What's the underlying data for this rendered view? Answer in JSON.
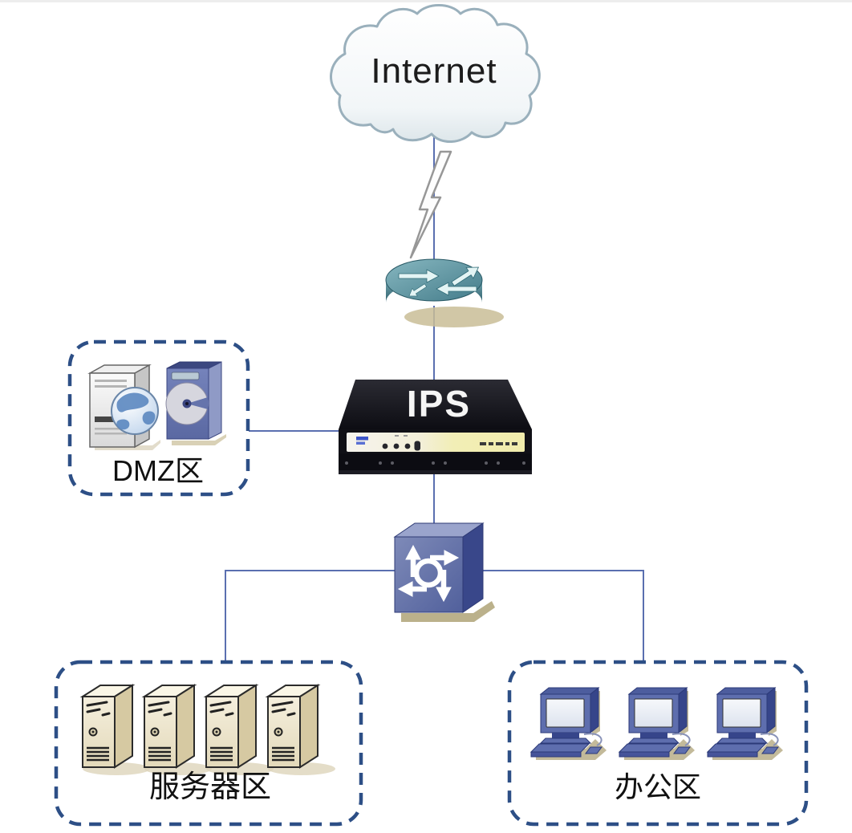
{
  "diagram": {
    "internet_label": "Internet",
    "ips_label": "IPS",
    "zones": {
      "dmz": {
        "label": "DMZ区"
      },
      "servers": {
        "label": "服务器区"
      },
      "office": {
        "label": "办公区"
      }
    },
    "icons": [
      {
        "name": "cloud-icon",
        "meaning": "Internet cloud"
      },
      {
        "name": "lightning-link-icon",
        "meaning": "WAN serial link"
      },
      {
        "name": "router-icon",
        "meaning": "edge router"
      },
      {
        "name": "ips-appliance-icon",
        "meaning": "IPS security appliance"
      },
      {
        "name": "switch-icon",
        "meaning": "LAN switch"
      },
      {
        "name": "web-server-icon",
        "meaning": "web server with globe"
      },
      {
        "name": "media-server-icon",
        "meaning": "server with disc"
      },
      {
        "name": "server-tower-icon",
        "count": 4
      },
      {
        "name": "desktop-computer-icon",
        "count": 3
      }
    ],
    "links": [
      {
        "from": "internet",
        "to": "router",
        "style": "lightning"
      },
      {
        "from": "router",
        "to": "ips",
        "style": "line"
      },
      {
        "from": "ips",
        "to": "dmz-zone",
        "style": "line"
      },
      {
        "from": "ips",
        "to": "switch",
        "style": "line"
      },
      {
        "from": "switch",
        "to": "server-zone",
        "style": "line"
      },
      {
        "from": "switch",
        "to": "office-zone",
        "style": "line"
      }
    ],
    "colors": {
      "zone_border": "#2d4f86",
      "connector_line": "#5a6fb0",
      "router_teal": "#4d8494",
      "switch_blue": "#5f6ea8",
      "server_beige": "#efe8cf",
      "ips_black": "#14141a",
      "ips_panel_yellow": "#f1ecac",
      "shadow_tan": "#c9bd97"
    }
  }
}
